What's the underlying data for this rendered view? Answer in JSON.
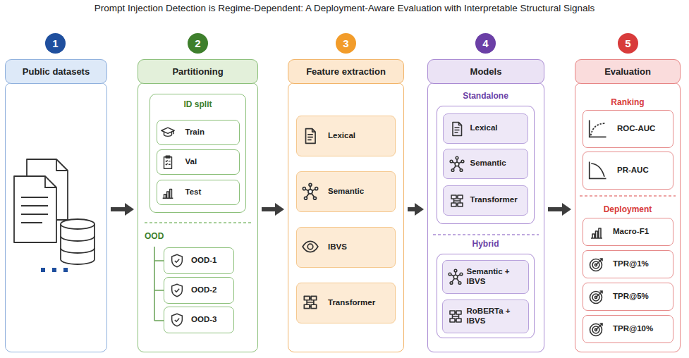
{
  "diagram": {
    "title": "Prompt Injection Detection is Regime-Dependent: A Deployment-Aware Evaluation with Interpretable Structural Signals",
    "nodes": [
      {
        "text": [
          "1"
        ]
      },
      {
        "text": [
          "Public datasets"
        ]
      },
      {
        "text": [
          "2"
        ]
      },
      {
        "text": [
          "Partitioning"
        ]
      },
      {
        "text": [
          "ID split"
        ],
        "in": 3
      },
      {
        "text": [
          "Train"
        ],
        "in": 4
      },
      {
        "text": [
          "Val"
        ],
        "in": 4
      },
      {
        "text": [
          "Test"
        ],
        "in": 4
      },
      {
        "text": [
          "OOD-1"
        ],
        "in": 3
      },
      {
        "text": [
          "OOD-2"
        ],
        "in": 3
      },
      {
        "text": [
          "OOD-3"
        ],
        "in": 3
      },
      {
        "text": [
          "3"
        ]
      },
      {
        "text": [
          "Feature extraction"
        ]
      },
      {
        "text": [
          "Lexical"
        ],
        "in": 12
      },
      {
        "text": [
          "Semantic"
        ],
        "in": 12
      },
      {
        "text": [
          "IBVS"
        ],
        "in": 12
      },
      {
        "text": [
          "Transformer"
        ],
        "in": 12
      },
      {
        "text": [
          "4"
        ]
      },
      {
        "text": [
          "Models"
        ]
      },
      {
        "text": [
          "Standalone"
        ],
        "in": 18
      },
      {
        "text": [
          "Lexical"
        ],
        "in": 19
      },
      {
        "text": [
          "Semantic"
        ],
        "in": 19
      },
      {
        "text": [
          "Transformer"
        ],
        "in": 19
      },
      {
        "text": [
          "Hybrid"
        ],
        "in": 18
      },
      {
        "text": [
          "Semantic + IBVS"
        ],
        "in": 23
      },
      {
        "text": [
          "RoBERTa + IBVS"
        ],
        "in": 23
      },
      {
        "text": [
          "5"
        ]
      },
      {
        "text": [
          "Evaluation"
        ]
      },
      {
        "text": [
          "ROC-AUC"
        ],
        "in": 27
      },
      {
        "text": [
          "PR-AUC"
        ],
        "in": 27
      },
      {
        "text": [
          "Macro-F1"
        ],
        "in": 27
      },
      {
        "text": [
          "TPR@1%"
        ],
        "in": 27
      },
      {
        "text": [
          "TPR@5%"
        ],
        "in": 27
      },
      {
        "text": [
          "TPR@10%"
        ],
        "in": 27
      }
    ],
    "edges": [
      {
        "from": 1,
        "to": 3,
        "arrow": "to"
      },
      {
        "from": 3,
        "to": 12,
        "arrow": "to"
      },
      {
        "from": 12,
        "to": 18,
        "arrow": "to"
      },
      {
        "from": 18,
        "to": 27,
        "arrow": "to"
      }
    ],
    "labels": [
      "OOD",
      "Ranking",
      "Deployment"
    ]
  }
}
